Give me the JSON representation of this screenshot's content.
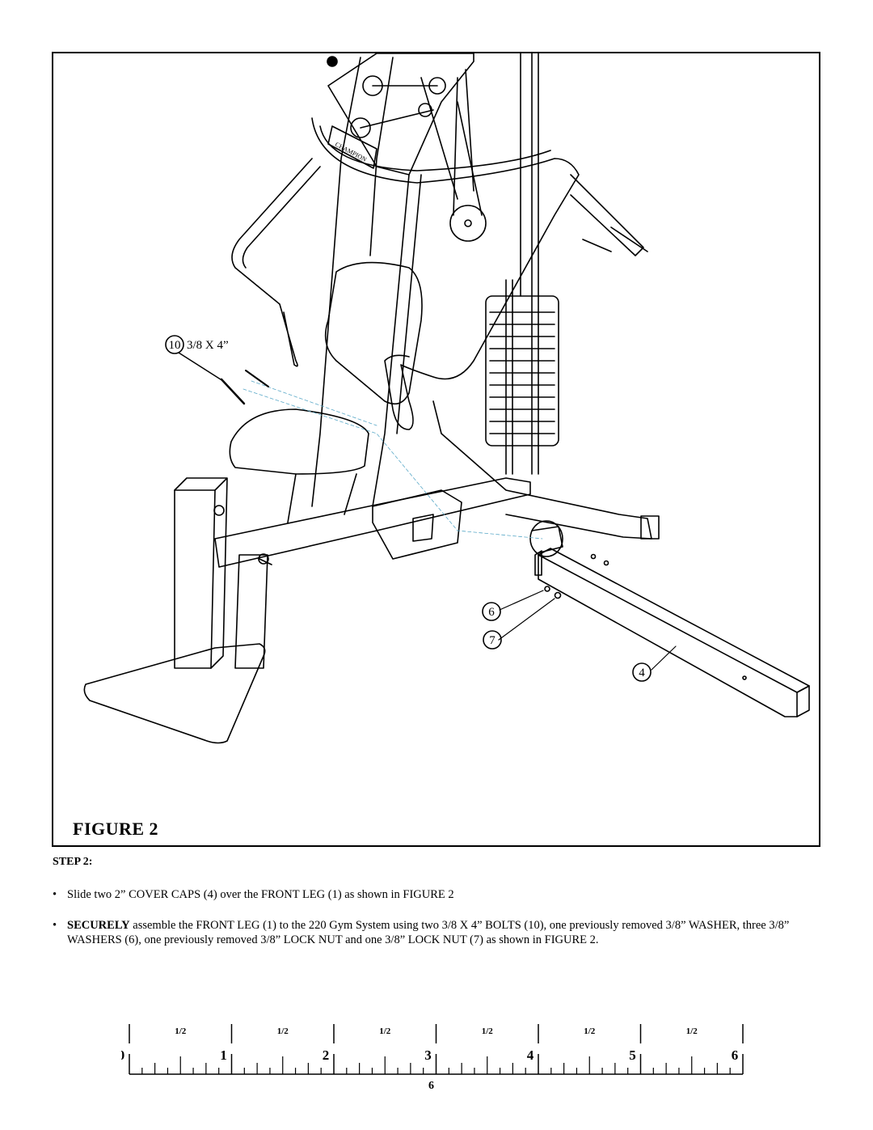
{
  "figure": {
    "title": "FIGURE 2",
    "callouts": {
      "bolt_number": "10",
      "bolt_size": "3/8 X 4”",
      "washer_number": "6",
      "nut_number": "7",
      "cap_number": "4"
    },
    "brand_mark": "CHAMPION"
  },
  "step": {
    "heading": "STEP 2:",
    "bullets": [
      {
        "bullet": "•",
        "text": "Slide two 2” COVER CAPS (4) over the FRONT LEG (1) as shown in FIGURE 2"
      },
      {
        "bullet": "•",
        "bold": "SECURELY",
        "text": " assemble the FRONT LEG (1) to the 220 Gym System using two 3/8 X 4” BOLTS (10), one previously removed 3/8” WASHER, three 3/8” WASHERS (6), one previously removed 3/8” LOCK NUT and one 3/8” LOCK NUT (7) as shown in FIGURE 2."
      }
    ]
  },
  "ruler": {
    "numbers": [
      "0",
      "1",
      "2",
      "3",
      "4",
      "5",
      "6"
    ],
    "half_label": "1/2"
  },
  "page_number": "6"
}
